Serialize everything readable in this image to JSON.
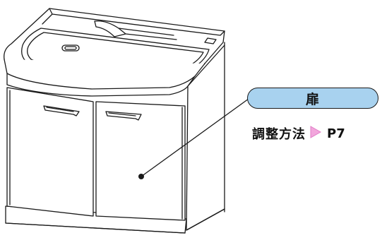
{
  "callout": {
    "label": "扉",
    "adjust_text": "調整方法",
    "page_ref": "P7",
    "arrow_icon": "triangle-right-icon",
    "arrow_color": "#f2a6dc",
    "pill_color": "#a8d2ef"
  }
}
